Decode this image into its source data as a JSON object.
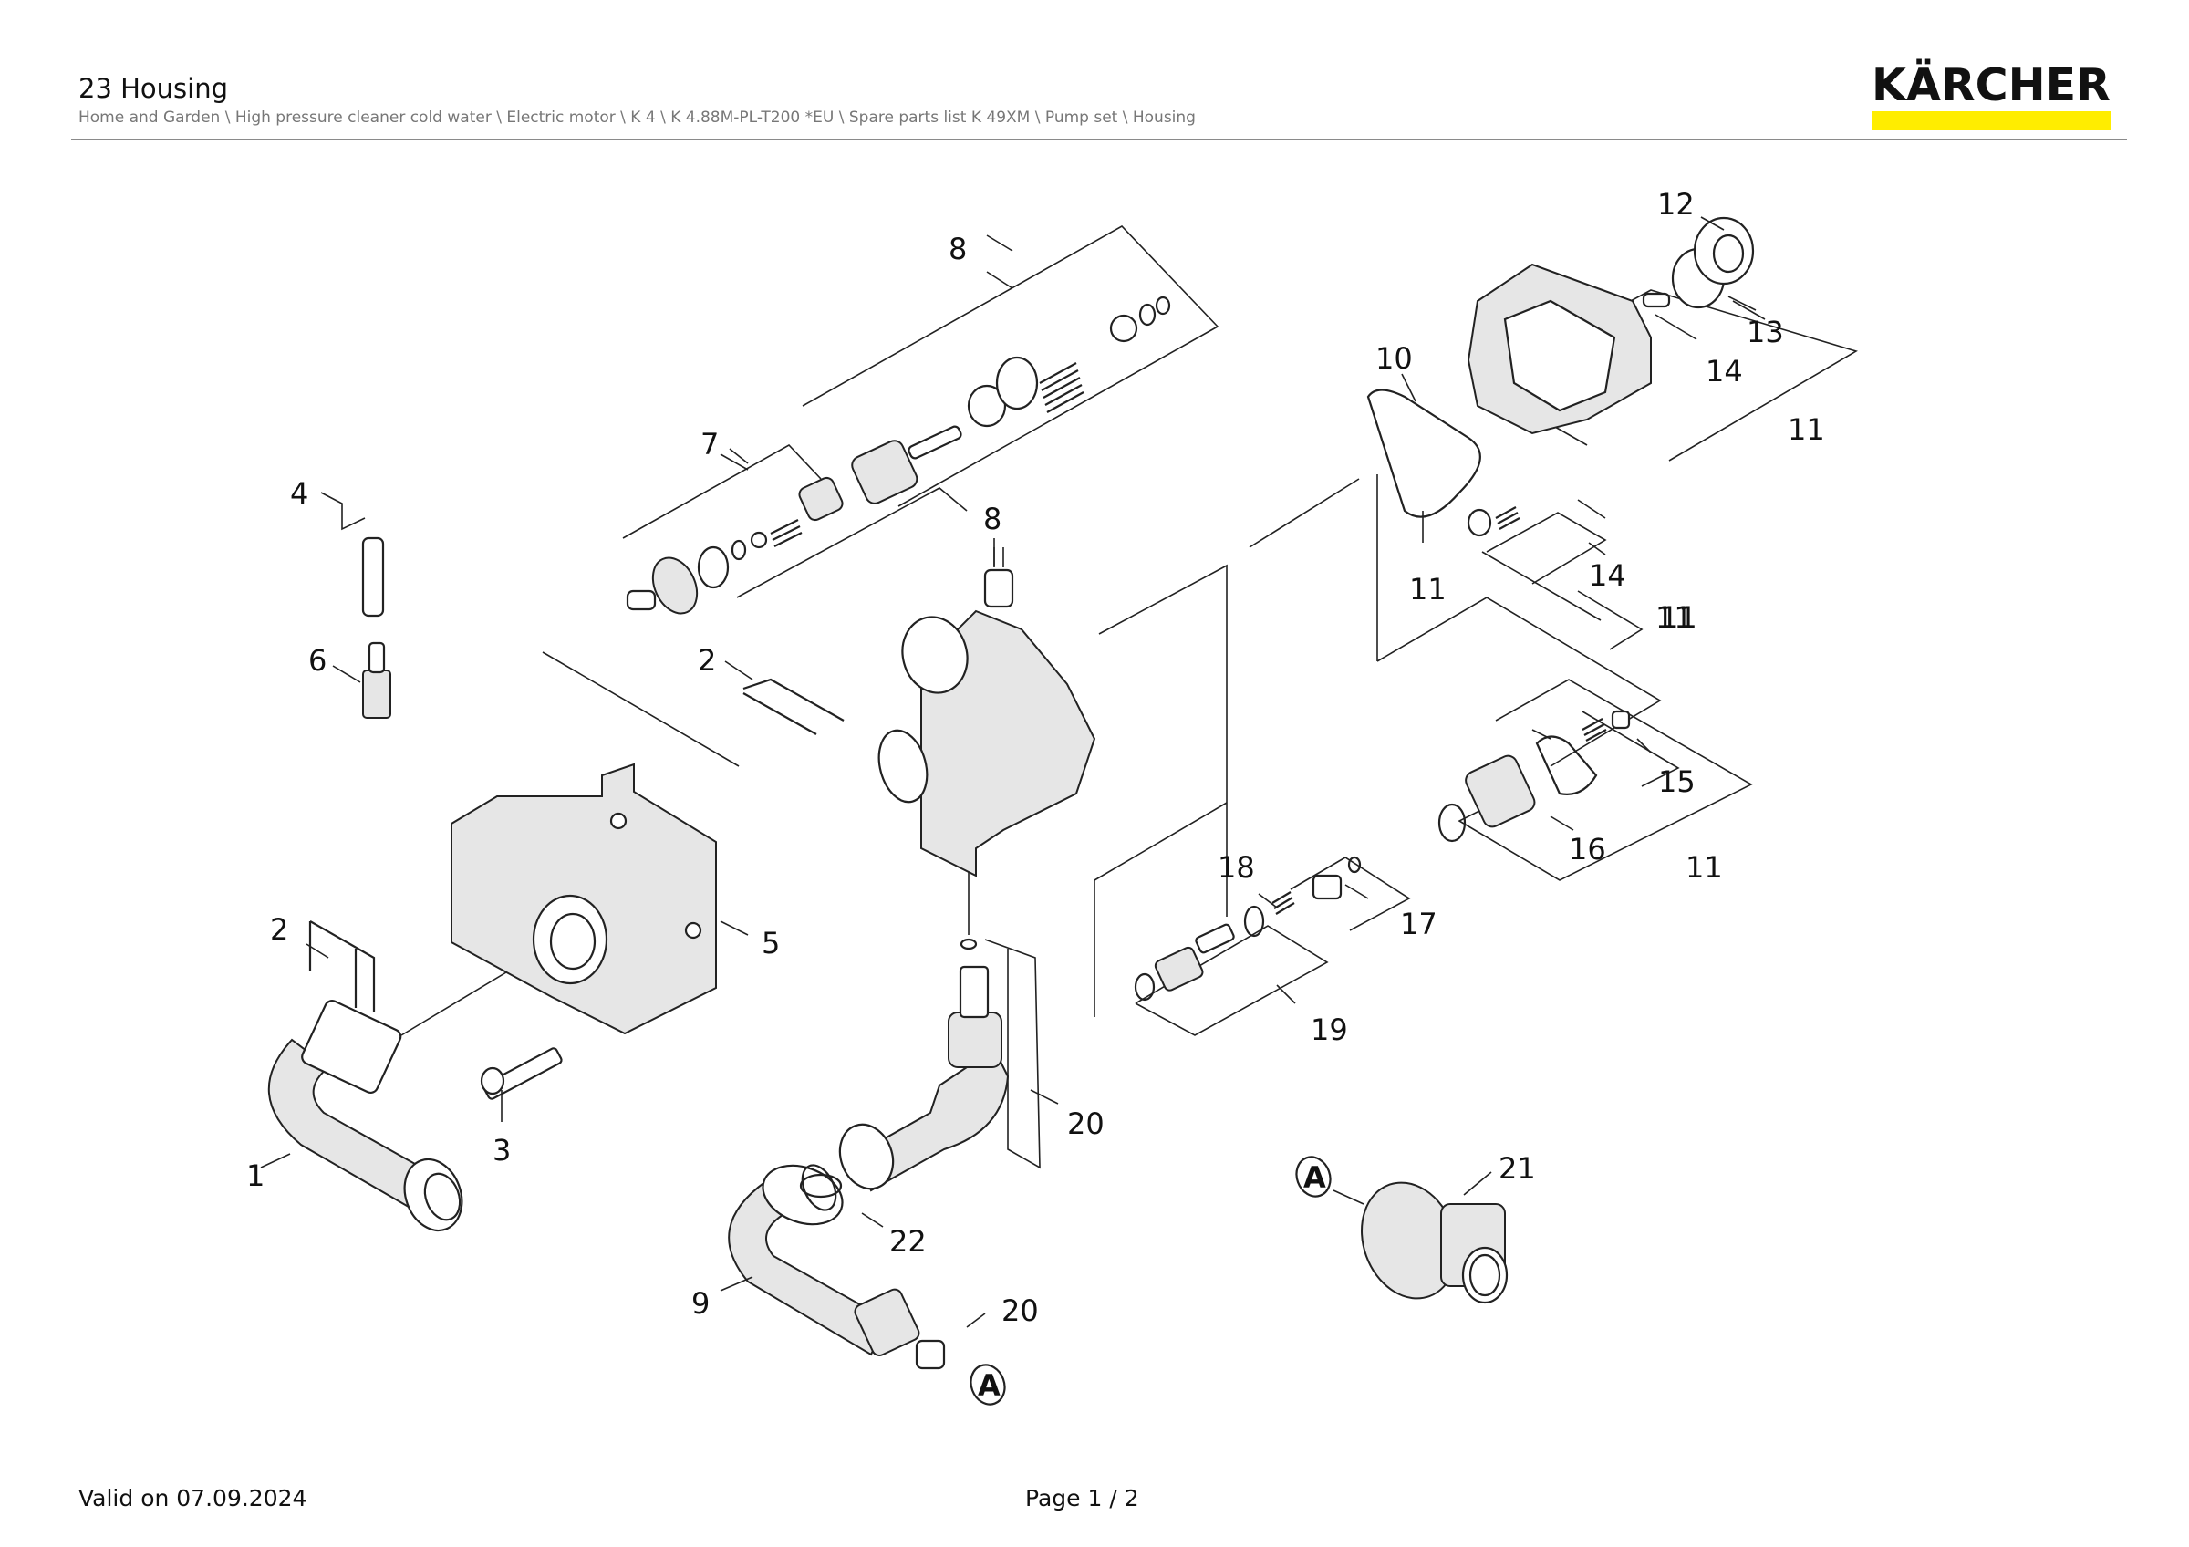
{
  "header": {
    "title": "23 Housing",
    "breadcrumb": "Home and Garden \\ High pressure cleaner cold water \\ Electric motor \\ K 4 \\ K 4.88M-PL-T200 *EU \\ Spare parts list K 49XM \\ Pump set \\ Housing",
    "logo_text": "KÄRCHER",
    "logo_bar_color": "#ffed00"
  },
  "diagram": {
    "callouts": [
      "1",
      "2",
      "2",
      "3",
      "4",
      "5",
      "6",
      "7",
      "8",
      "8",
      "9",
      "10",
      "11",
      "11",
      "11",
      "11",
      "11",
      "12",
      "13",
      "14",
      "14",
      "15",
      "16",
      "17",
      "18",
      "19",
      "20",
      "20",
      "21",
      "22"
    ],
    "markers": [
      "A",
      "A"
    ]
  },
  "footer": {
    "valid": "Valid on 07.09.2024",
    "page": "Page 1 / 2"
  }
}
